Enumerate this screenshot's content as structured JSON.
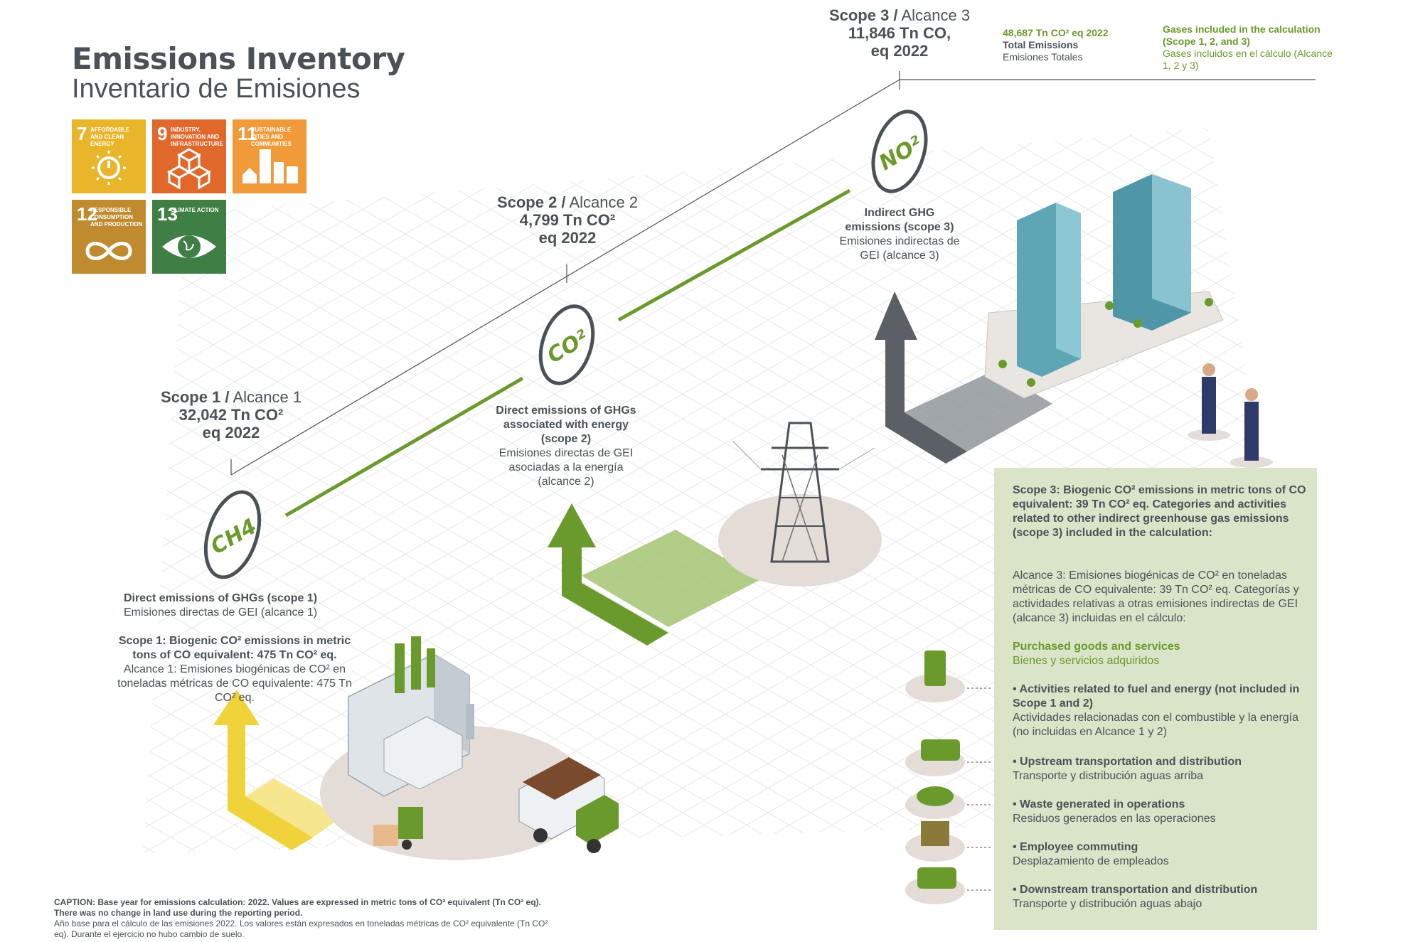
{
  "header": {
    "title_en": "Emissions Inventory",
    "title_es": "Inventario de Emisiones"
  },
  "sdgs": [
    {
      "num": "7",
      "label": "AFFORDABLE AND CLEAN ENERGY",
      "color": "#e8b52b"
    },
    {
      "num": "9",
      "label": "INDUSTRY, INNOVATION AND INFRASTRUCTURE",
      "color": "#e0682b"
    },
    {
      "num": "11",
      "label": "SUSTAINABLE CITIES AND COMMUNITIES",
      "color": "#f09a3a"
    },
    {
      "num": "12",
      "label": "RESPONSIBLE CONSUMPTION AND PRODUCTION",
      "color": "#bf8b2e"
    },
    {
      "num": "13",
      "label": "CLIMATE ACTION",
      "color": "#3f7e44"
    }
  ],
  "totals": {
    "value": "48,687 Tn CO² eq 2022",
    "label_en": "Total Emissions",
    "label_es": "Emisiones Totales"
  },
  "gases_note": {
    "en": "Gases included in the calculation (Scope 1, 2, and 3)",
    "es": "Gases incluidos en el cálculo (Alcance 1, 2 y 3)"
  },
  "scopes": [
    {
      "scope_en": "Scope 1 /",
      "scope_es": "Alcance 1",
      "value": "32,042 Tn CO²",
      "year": "eq 2022",
      "gas": "CH4",
      "desc_en": "Direct emissions of GHGs (scope 1)",
      "desc_es": "Emisiones directas de GEI (alcance 1)",
      "color": "#f0d23a"
    },
    {
      "scope_en": "Scope 2 /",
      "scope_es": "Alcance 2",
      "value": "4,799 Tn CO²",
      "year": "eq 2022",
      "gas": "CO²",
      "desc_en": "Direct emissions of GHGs associated with energy (scope 2)",
      "desc_es": "Emisiones directas de GEI asociadas a la energía (alcance 2)",
      "color": "#6a9a2c"
    },
    {
      "scope_en": "Scope 3 /",
      "scope_es": "Alcance 3",
      "value": "11,846 Tn CO,",
      "year": "eq 2022",
      "gas": "NO²",
      "desc_en": "Indirect GHG emissions (scope 3)",
      "desc_es": "Emisiones indirectas de GEI (alcance 3)",
      "color": "#5a6066"
    }
  ],
  "scope1_biogenic": {
    "en": "Scope 1: Biogenic CO² emissions in metric tons of CO equivalent: 475 Tn CO² eq.",
    "es": "Alcance 1: Emisiones biogénicas de CO² en toneladas métricas de CO equivalente: 475 Tn CO² eq."
  },
  "scope3_box": {
    "intro_en": "Scope 3: Biogenic CO² emissions in metric tons of CO equivalent: 39 Tn CO² eq. Categories and activities related to other indirect greenhouse gas emissions (scope 3) included in the calculation:",
    "intro_es": "Alcance 3: Emisiones biogénicas de CO² en toneladas métricas de CO equivalente: 39 Tn CO² eq. Categorías y actividades relativas a otras emisiones indirectas de GEI (alcance 3) incluidas en el cálculo:",
    "purchased_en": "Purchased goods and services",
    "purchased_es": "Bienes y servicios adquiridos",
    "items": [
      {
        "en": "• Activities related to fuel and energy (not included in Scope 1 and 2)",
        "es": "Actividades relacionadas con el combustible y la energía (no incluidas en Alcance 1 y 2)"
      },
      {
        "en": "• Upstream transportation and distribution",
        "es": "Transporte y distribución aguas arriba"
      },
      {
        "en": "• Waste generated in operations",
        "es": "Residuos generados en las operaciones"
      },
      {
        "en": "• Employee commuting",
        "es": "Desplazamiento de empleados"
      },
      {
        "en": "• Downstream transportation and distribution",
        "es": "Transporte y distribución aguas abajo"
      }
    ]
  },
  "caption": {
    "en": "CAPTION: Base year for emissions calculation: 2022. Values are expressed in metric tons of CO² equivalent (Tn CO² eq). There was no change in land use during the reporting period.",
    "es": "Año base para el cálculo de las emisiones 2022. Los valores están expresados en toneladas métricas de CO² equivalente (Tn CO² eq). Durante el ejercicio no hubo cambio de suelo."
  },
  "colors": {
    "accent_green": "#6a9a2c",
    "box_green": "#d9e4c8",
    "text_gray": "#4b5157",
    "arrow_yellow": "#f0d23a",
    "arrow_gray": "#5a6066"
  }
}
